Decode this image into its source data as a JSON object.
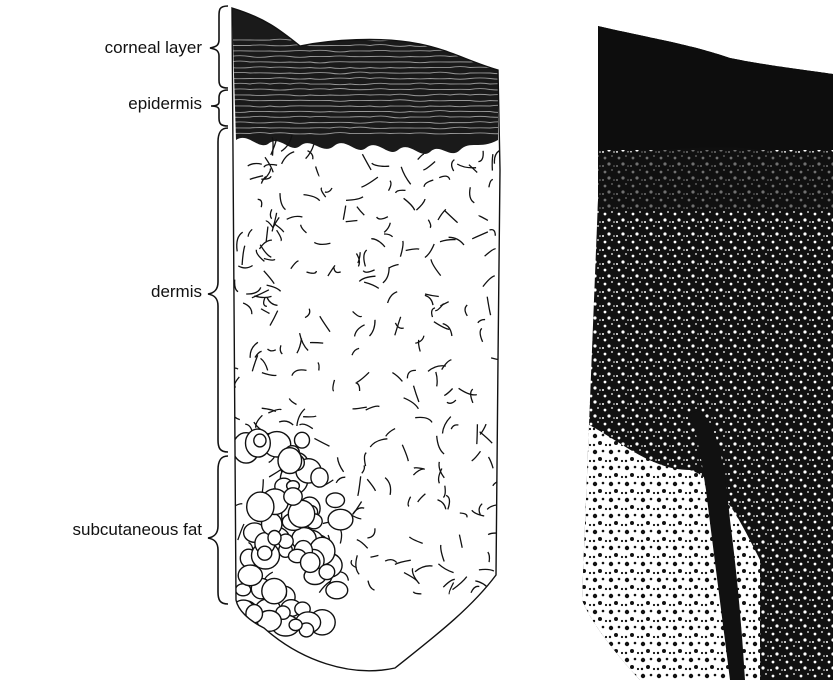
{
  "labels": {
    "corneal_layer": "corneal layer",
    "epidermis": "epidermis",
    "dermis": "dermis",
    "subcutaneous_fat": "subcutaneous fat"
  },
  "colors": {
    "ink": "#111111",
    "background": "#ffffff"
  }
}
